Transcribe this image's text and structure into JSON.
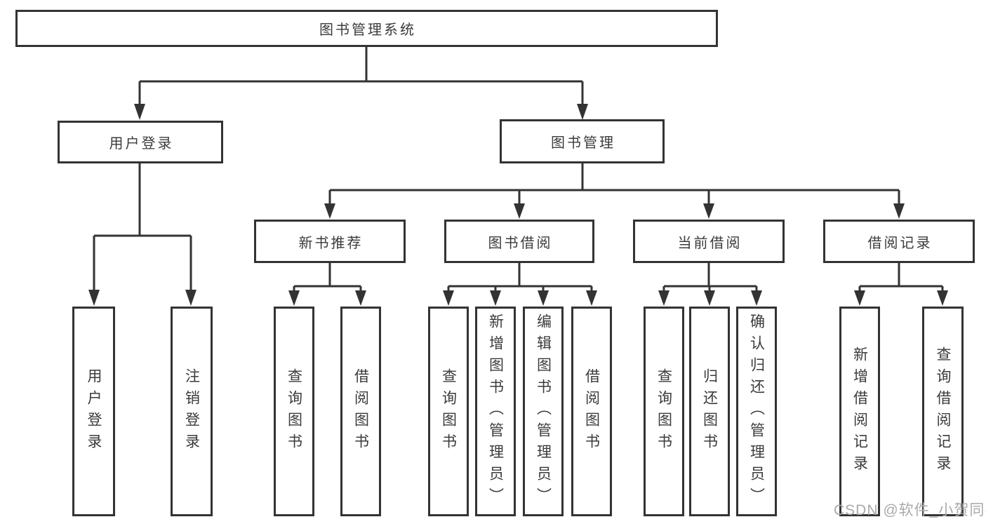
{
  "diagram": {
    "root": "图书管理系统",
    "l2": [
      "用户登录",
      "图书管理"
    ],
    "l3": [
      "新书推荐",
      "图书借阅",
      "当前借阅",
      "借阅记录"
    ],
    "leaves": [
      "用户登录",
      "注销登录",
      "查询图书",
      "借阅图书",
      "查询图书",
      "新增图书（管理员）",
      "编辑图书（管理员）",
      "借阅图书",
      "查询图书",
      "归还图书",
      "确认归还（管理员）",
      "新增借阅记录",
      "查询借阅记录"
    ]
  },
  "watermark": "CSDN @软件_小贺同学",
  "colors": {
    "line": "#333333",
    "box_border": "#333333",
    "text": "#3b3b3b",
    "background": "#ffffff",
    "watermark": "#aaaaae"
  }
}
